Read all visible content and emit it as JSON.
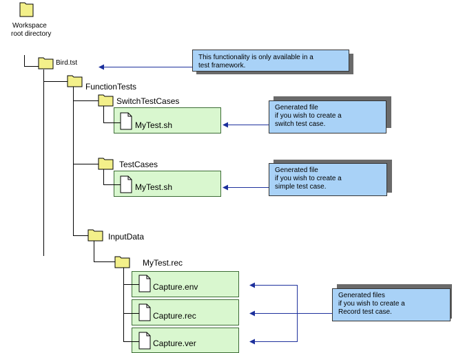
{
  "workspace": {
    "line1": "Workspace",
    "line2": "root directory"
  },
  "folders": {
    "root": "Bird.tst",
    "function_tests": "FunctionTests",
    "switch_test_cases": "SwitchTestCases",
    "test_cases": "TestCases",
    "input_data": "InputData",
    "mytest_rec": "MyTest.rec"
  },
  "files": {
    "switch_mytest": "MyTest.sh",
    "simple_mytest": "MyTest.sh",
    "capture_env": "Capture.env",
    "capture_rec": "Capture.rec",
    "capture_ver": "Capture.ver"
  },
  "notes": {
    "framework": {
      "line1": "This functionality is only available in a",
      "line2": "test framework."
    },
    "switch": {
      "line1": "Generated file",
      "line2": "if you wish to create a",
      "line3": "switch test case."
    },
    "simple": {
      "line1": "Generated file",
      "line2": "if you wish to create a",
      "line3": "simple test case."
    },
    "record": {
      "line1": "Generated files",
      "line2": "if you wish to create a",
      "line3": "Record test case."
    }
  },
  "colors": {
    "folder_fill": "#f3f08a",
    "file_box": "#d9f7cf",
    "note_fill": "#a9d2f7",
    "arrow": "#1c2f9c",
    "tree_line": "#000000"
  }
}
